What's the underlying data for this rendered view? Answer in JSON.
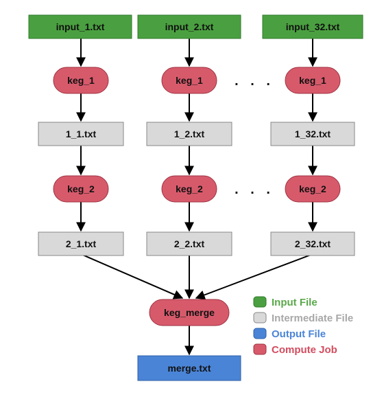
{
  "diagram": {
    "row_input": [
      "input_1.txt",
      "input_2.txt",
      "input_32.txt"
    ],
    "row_job1": [
      "keg_1",
      "keg_1",
      "keg_1"
    ],
    "row_inter1": [
      "1_1.txt",
      "1_2.txt",
      "1_32.txt"
    ],
    "row_job2": [
      "keg_2",
      "keg_2",
      "keg_2"
    ],
    "row_inter2": [
      "2_1.txt",
      "2_2.txt",
      "2_32.txt"
    ],
    "merge_job": "keg_merge",
    "output_file": "merge.txt",
    "ellipsis": ". . ."
  },
  "legend": [
    {
      "label": "Input  File",
      "color": "#4aa040",
      "text_color": "#5aa84a"
    },
    {
      "label": "Intermediate File",
      "color": "#d9d9d9",
      "text_color": "#a8a8a8"
    },
    {
      "label": "Output File",
      "color": "#4a84d6",
      "text_color": "#4a84d6"
    },
    {
      "label": "Compute Job",
      "color": "#d75a6b",
      "text_color": "#d24c5e"
    }
  ],
  "colors": {
    "input": "#4aa040",
    "intermediate": "#d9d9d9",
    "output": "#4a84d6",
    "job": "#d75a6b",
    "edge": "#000000"
  }
}
